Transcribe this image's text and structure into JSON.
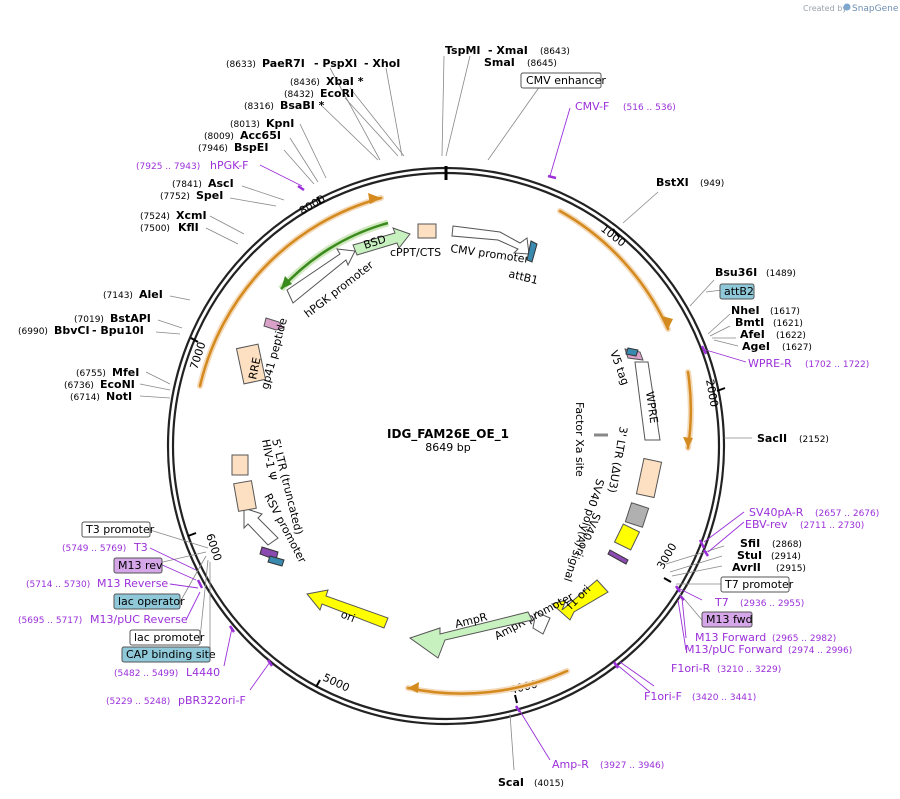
{
  "credit": {
    "prefix": "Created by",
    "brand": "SnapGene"
  },
  "plasmid": {
    "name": "IDG_FAM26E_OE_1",
    "size": "8649 bp"
  },
  "ticks": [
    "1000",
    "2000",
    "3000",
    "4000",
    "5000",
    "6000",
    "7000",
    "8000"
  ],
  "sites": {
    "paer7i": "PaeR7I",
    "pspxi": "- PspXI",
    "xhoi": "- XhoI",
    "paer7i_c": "(8633)",
    "tspmi": "TspMI",
    "xmai": "- XmaI",
    "tspmi_c": "(8643)",
    "smai": "SmaI",
    "smai_c": "(8645)",
    "xbai": "XbaI *",
    "xbai_c": "(8436)",
    "ecori": "EcoRI",
    "ecori_c": "(8432)",
    "bsabi": "BsaBI *",
    "bsabi_c": "(8316)",
    "kpni": "KpnI",
    "kpni_c": "(8013)",
    "acc65i": "Acc65I",
    "acc65i_c": "(8009)",
    "bspei": "BspEI",
    "bspei_c": "(7946)",
    "asci": "AscI",
    "asci_c": "(7841)",
    "spei": "SpeI",
    "spei_c": "(7752)",
    "xcmi": "XcmI",
    "xcmi_c": "(7524)",
    "kfli": "KflI",
    "kfli_c": "(7500)",
    "alei": "AleI",
    "alei_c": "(7143)",
    "bstapi": "BstAPI",
    "bstapi_c": "(7019)",
    "bbvci": "BbvCI",
    "bpu10i": "- Bpu10I",
    "bbvci_c": "(6990)",
    "mfei": "MfeI",
    "mfei_c": "(6755)",
    "econi": "EcoNI",
    "econi_c": "(6736)",
    "noti": "NotI",
    "noti_c": "(6714)",
    "bstxi": "BstXI",
    "bstxi_c": "(949)",
    "bsu36i": "Bsu36I",
    "bsu36i_c": "(1489)",
    "nhei": "NheI",
    "nhei_c": "(1617)",
    "bmti": "BmtI",
    "bmti_c": "(1621)",
    "afei": "AfeI",
    "afei_c": "(1622)",
    "agei": "AgeI",
    "agei_c": "(1627)",
    "sacii": "SacII",
    "sacii_c": "(2152)",
    "sfii": "SfiI",
    "sfii_c": "(2868)",
    "stui": "StuI",
    "stui_c": "(2914)",
    "avrii": "AvrII",
    "avrii_c": "(2915)",
    "scai": "ScaI",
    "scai_c": "(4015)"
  },
  "primers": {
    "cmvf": "CMV-F",
    "cmvf_c": "(516 .. 536)",
    "hpgkf": "hPGK-F",
    "hpgkf_c": "(7925 .. 7943)",
    "wprer": "WPRE-R",
    "wprer_c": "(1702 .. 1722)",
    "sv40par": "SV40pA-R",
    "sv40par_c": "(2657 .. 2676)",
    "ebvrev": "EBV-rev",
    "ebvrev_c": "(2711 .. 2730)",
    "t7": "T7",
    "t7_c": "(2936 .. 2955)",
    "m13fwd": "M13 Forward",
    "m13fwd_c": "(2965 .. 2982)",
    "m13pucfwd": "M13/pUC Forward",
    "m13pucfwd_c": "(2974 .. 2996)",
    "f1orir": "F1ori-R",
    "f1orir_c": "(3210 .. 3229)",
    "f1orif": "F1ori-F",
    "f1orif_c": "(3420 .. 3441)",
    "ampr": "Amp-R",
    "ampr_c": "(3927 .. 3946)",
    "pbr322": "pBR322ori-F",
    "pbr322_c": "(5229 .. 5248)",
    "l4440": "L4440",
    "l4440_c": "(5482 .. 5499)",
    "m13pucrev": "M13/pUC Reverse",
    "m13pucrev_c": "(5695 .. 5717)",
    "m13rev": "M13 Reverse",
    "m13rev_c": "(5714 .. 5730)",
    "t3": "T3",
    "t3_c": "(5749 .. 5769)"
  },
  "boxes": {
    "cmv_enh": "CMV enhancer",
    "attb2": "attB2",
    "t7_prom": "T7 promoter",
    "m13_fwd": "M13 fwd",
    "t3_prom": "T3 promoter",
    "m13_rev": "M13 rev",
    "lac_op": "lac operator",
    "lac_prom": "lac promoter",
    "cap": "CAP binding site"
  },
  "features": {
    "bsd": "BSD",
    "cppt": "cPPT/CTS",
    "cmv_prom": "CMV promoter",
    "attb1": "attB1",
    "hpgk": "hPGK promoter",
    "gp41": "gp41 peptide",
    "rre": "RRE",
    "v5": "V5 tag",
    "wpre": "WPRE",
    "factorxa": "Factor Xa site",
    "ltr3": "3' LTR (ΔU3)",
    "sv40pa": "SV40 poly(A) signal",
    "sv40ori": "SV40 ori",
    "f1ori": "f1 ori",
    "ampr_prom": "AmpR promoter",
    "ampr": "AmpR",
    "ori": "ori",
    "rsv": "RSV promoter",
    "ltr5": "5' LTR (truncated)",
    "hiv": "HIV-1 Ψ"
  }
}
